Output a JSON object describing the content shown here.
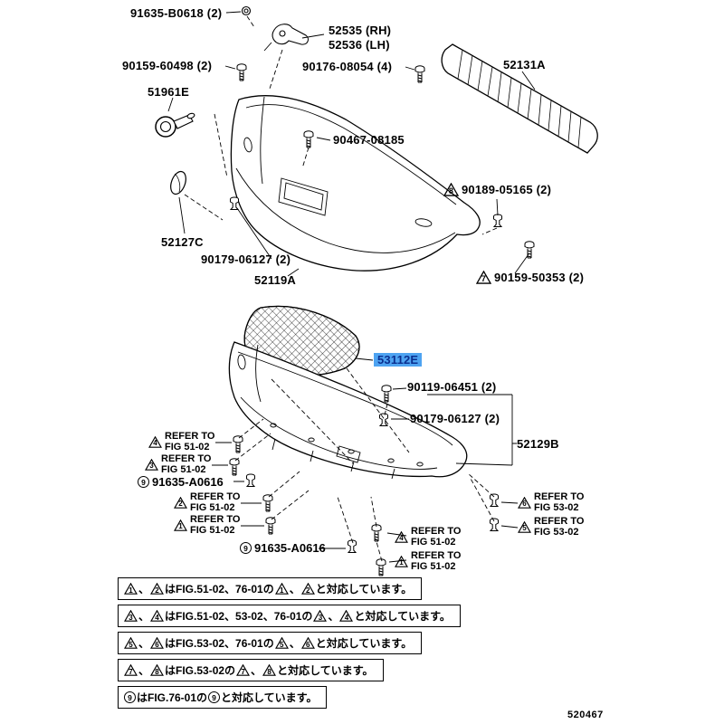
{
  "page": {
    "drawing_number": "520467"
  },
  "colors": {
    "highlight_bg": "#4ea3f1",
    "highlight_fg": "#0a2f8f",
    "line": "#000000"
  },
  "parts": {
    "p91635_b0618": "91635-B0618 (2)",
    "p52535": "52535 (RH)",
    "p52536": "52536 (LH)",
    "p90159_60498": "90159-60498 (2)",
    "p90176_08054": "90176-08054 (4)",
    "p52131a": "52131A",
    "p51961e": "51961E",
    "p90467_08185": "90467-08185",
    "p52127c": "52127C",
    "p90189_05165": "90189-05165 (2)",
    "p90179_06127_upper": "90179-06127 (2)",
    "p52119a": "52119A",
    "p90159_50353": "90159-50353 (2)",
    "p53112e": "53112E",
    "p90119_06451": "90119-06451 (2)",
    "p90179_06127_lower": "90179-06127 (2)",
    "p52129b": "52129B",
    "p91635_a0616_left": "91635-A0616",
    "p91635_a0616_bottom": "91635-A0616"
  },
  "diagram_markers": {
    "t7": "7",
    "t8": "8",
    "c9": "9"
  },
  "refers": [
    {
      "marker": "4",
      "line1": "REFER TO",
      "line2": "FIG 51-02"
    },
    {
      "marker": "3",
      "line1": "REFER TO",
      "line2": "FIG 51-02"
    },
    {
      "marker": "2",
      "line1": "REFER TO",
      "line2": "FIG 51-02"
    },
    {
      "marker": "1",
      "line1": "REFER TO",
      "line2": "FIG 51-02"
    },
    {
      "marker": "4",
      "line1": "REFER TO",
      "line2": "FIG 51-02"
    },
    {
      "marker": "1",
      "line1": "REFER TO",
      "line2": "FIG 51-02"
    },
    {
      "marker": "6",
      "line1": "REFER TO",
      "line2": "FIG 53-02"
    },
    {
      "marker": "5",
      "line1": "REFER TO",
      "line2": "FIG 53-02"
    }
  ],
  "notes": [
    {
      "type": "tri",
      "pre": [
        "1",
        "2"
      ],
      "sep": "、",
      "mid": "はFIG.51-02、76-01の",
      "post": [
        "1",
        "2"
      ],
      "tail": "と対応しています。"
    },
    {
      "type": "tri",
      "pre": [
        "3",
        "4"
      ],
      "sep": "、",
      "mid": "はFIG.51-02、53-02、76-01の",
      "post": [
        "3",
        "4"
      ],
      "tail": "と対応しています。"
    },
    {
      "type": "tri",
      "pre": [
        "5",
        "6"
      ],
      "sep": "、",
      "mid": "はFIG.53-02、76-01の",
      "post": [
        "5",
        "6"
      ],
      "tail": "と対応しています。"
    },
    {
      "type": "tri",
      "pre": [
        "7",
        "8"
      ],
      "sep": "、",
      "mid": "はFIG.53-02の",
      "post": [
        "7",
        "8"
      ],
      "tail": "と対応しています。"
    },
    {
      "type": "circ",
      "pre": [
        "9"
      ],
      "sep": "",
      "mid": "はFIG.76-01の",
      "post": [
        "9"
      ],
      "tail": "と対応しています。"
    }
  ]
}
